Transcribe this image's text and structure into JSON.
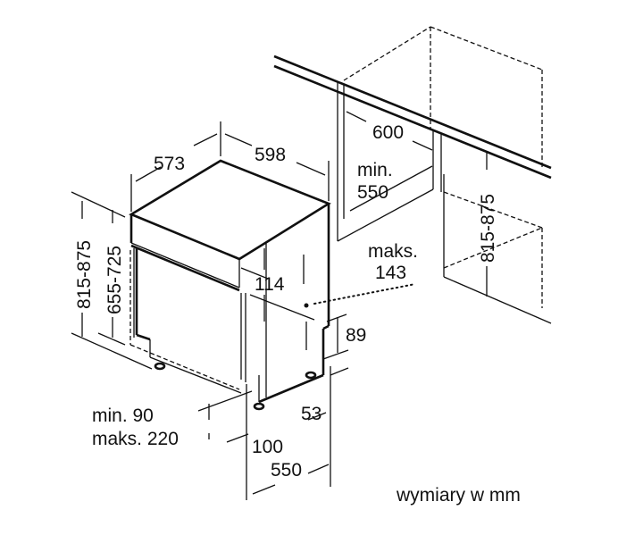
{
  "dimensions": {
    "depth": "573",
    "width": "598",
    "niche_width": "600",
    "niche_min_depth": "min.\n550",
    "niche_min_depth_line1": "min.",
    "niche_min_depth_line2": "550",
    "height_total": "815-875",
    "height_door": "655-725",
    "niche_height": "815-875",
    "max_label": "maks.",
    "max_value": "143",
    "panel_height": "114",
    "plinth_height": "89",
    "side_offset": "53",
    "min_90": "min. 90",
    "max_220": "maks. 220",
    "foot_offset": "100",
    "bottom_depth": "550"
  },
  "caption": "wymiary w mm"
}
